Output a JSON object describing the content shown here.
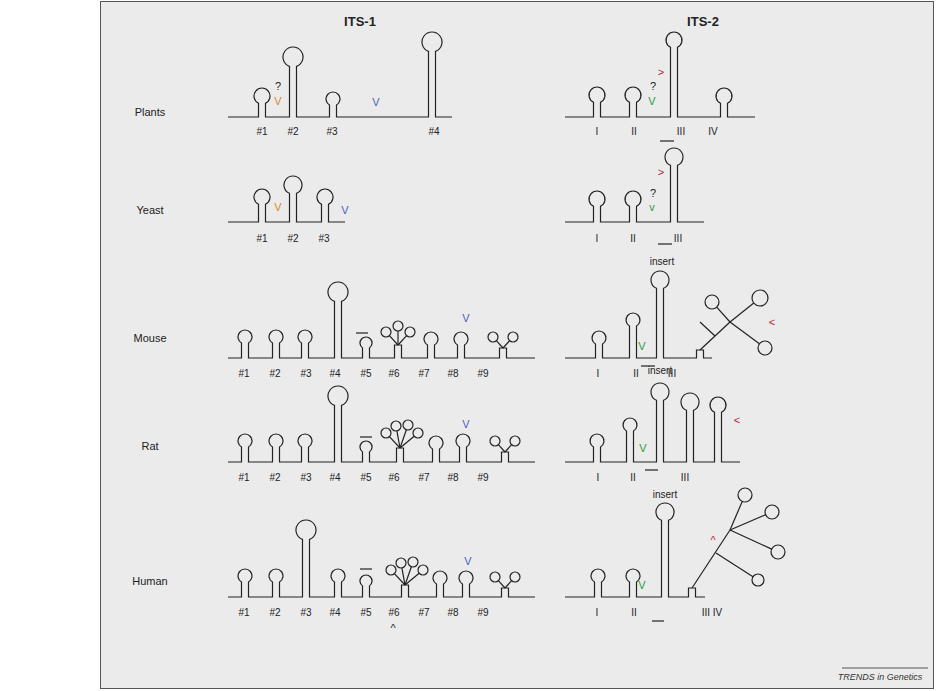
{
  "diagram": {
    "labels": [
      "ITS-1",
      "ITS-2",
      "Plants",
      "?",
      "V",
      "V",
      "#1",
      "#2",
      "#3",
      "#4",
      ">",
      "?",
      "V",
      "I",
      "II",
      "III",
      "IV",
      "Yeast",
      "V",
      "V",
      "#1",
      "#2",
      "#3",
      ">",
      "?",
      "v",
      "I",
      "II",
      "III",
      "Mouse",
      "V",
      "#1",
      "#2",
      "#3",
      "#4",
      "#5",
      "#6",
      "#7",
      "#8",
      "#9",
      "insert",
      "V",
      "<",
      "I",
      "II",
      "III",
      "Rat",
      "V",
      "#1",
      "#2",
      "#3",
      "#4",
      "#5",
      "#6",
      "#7",
      "#8",
      "#9",
      "insert",
      "V",
      "<",
      "I",
      "II",
      "III",
      "Human",
      "V",
      "#1",
      "#2",
      "#3",
      "#4",
      "#5",
      "#6",
      "#7",
      "#8",
      "#9",
      "^",
      "insert",
      "V",
      "^",
      "I",
      "II",
      "III IV",
      "TRENDS in Genetics"
    ]
  }
}
